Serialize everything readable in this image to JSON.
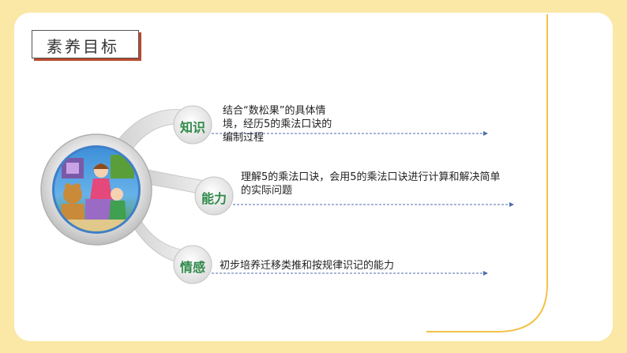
{
  "title": "素养目标",
  "objectives": [
    {
      "label": "知识",
      "text": "结合“数松果”的具体情境，经历5的乘法口诀的编制过程"
    },
    {
      "label": "能力",
      "text": "理解5的乘法口诀，会用5的乘法口诀进行计算和解决简单的实际问题"
    },
    {
      "label": "情感",
      "text": "初步培养迁移类推和按规律识记的能力"
    }
  ],
  "colors": {
    "background": "#fbe7a6",
    "accent": "#b94a2d",
    "label_green": "#2f8a4a",
    "dash_blue": "#4f6ea8"
  }
}
